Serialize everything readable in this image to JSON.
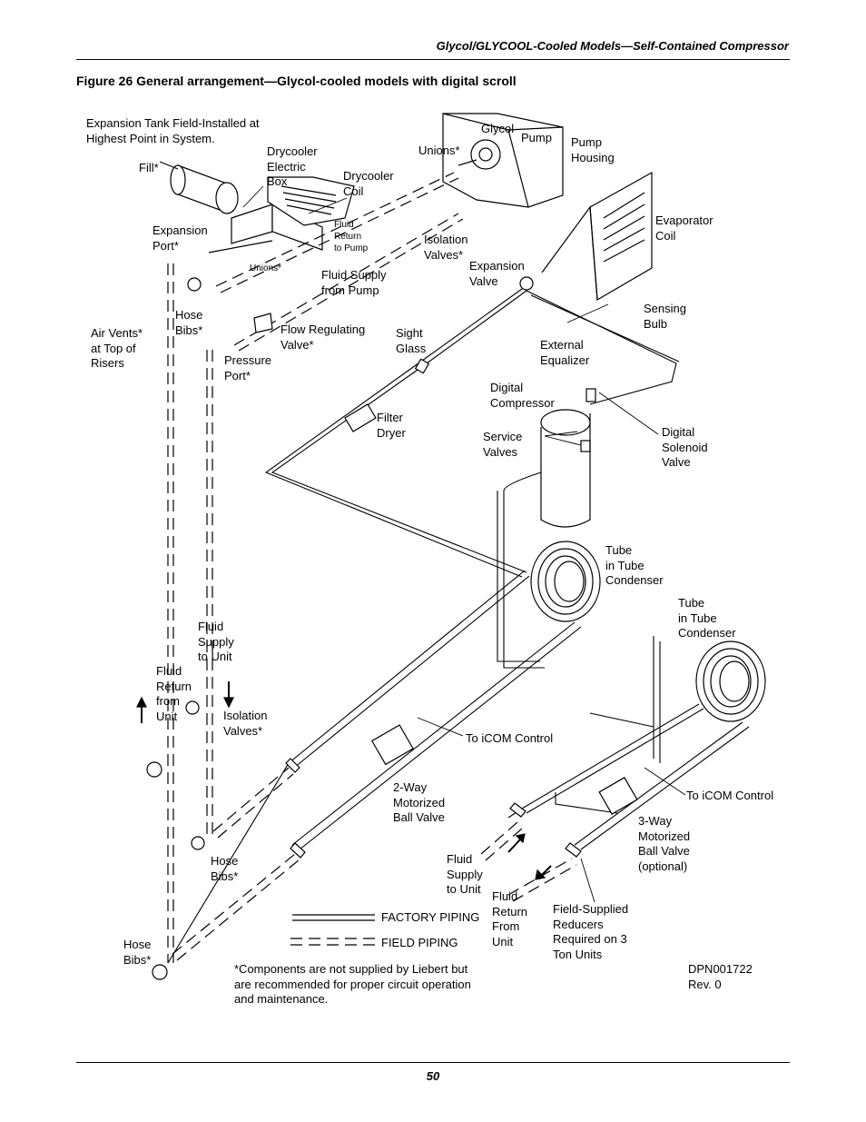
{
  "header": {
    "title": "Glycol/GLYCOOL-Cooled Models—Self-Contained Compressor",
    "figure_caption": "Figure 26  General arrangement—Glycol-cooled models with digital scroll"
  },
  "labels": {
    "expansion_tank": "Expansion Tank Field-Installed at\nHighest Point in System.",
    "fill": "Fill*",
    "drycooler_electric_box": "Drycooler\nElectric\nBox",
    "drycooler_coil": "Drycooler\nCoil",
    "glycol": "Glycol",
    "pump": "Pump",
    "pump_housing": "Pump\nHousing",
    "unions_top": "Unions*",
    "expansion_port": "Expansion\nPort*",
    "fluid_return_to_pump": "Fluid\nReturn\nto Pump",
    "unions_small": "Unions*",
    "isolation_valves_top": "Isolation\nValves*",
    "fluid_supply_from_pump": "Fluid Supply\nfrom Pump",
    "expansion_valve": "Expansion\nValve",
    "evaporator_coil": "Evaporator\nCoil",
    "sensing_bulb": "Sensing\nBulb",
    "hose_bibs_top": "Hose\nBibs*",
    "air_vents": "Air Vents*\nat Top of\nRisers",
    "flow_regulating_valve": "Flow Regulating\nValve*",
    "pressure_port": "Pressure\nPort*",
    "sight_glass": "Sight\nGlass",
    "external_equalizer": "External\nEqualizer",
    "digital_compressor": "Digital\nCompressor",
    "filter_dryer": "Filter\nDryer",
    "service_valves": "Service\nValves",
    "digital_solenoid_valve": "Digital\nSolenoid\nValve",
    "tube_in_tube_1": "Tube\nin Tube\nCondenser",
    "tube_in_tube_2": "Tube\nin Tube\nCondenser",
    "fluid_supply_to_unit_left": "Fluid\nSupply\nto Unit",
    "fluid_return_from_unit_left": "Fluid\nReturn\nfrom\nUnit",
    "isolation_valves_left": "Isolation\nValves*",
    "to_icom_1": "To iCOM Control",
    "two_way_valve": "2-Way\nMotorized\nBall Valve",
    "to_icom_2": "To iCOM Control",
    "three_way_valve": "3-Way\nMotorized\nBall Valve\n(optional)",
    "hose_bibs_mid": "Hose\nBibs*",
    "fluid_supply_to_unit_right": "Fluid\nSupply\nto Unit",
    "fluid_return_from_unit_right": "Fluid\nReturn\nFrom\nUnit",
    "field_supplied_reducers": "Field-Supplied\nReducers\nRequired on 3\nTon Units",
    "hose_bibs_bottom": "Hose\nBibs*"
  },
  "legend": {
    "factory_piping": "FACTORY PIPING",
    "field_piping": "FIELD PIPING"
  },
  "footnote": "*Components are not supplied by Liebert but\nare recommended for proper circuit operation\nand maintenance.",
  "drawing_id": "DPN001722\nRev. 0",
  "page_number": "50"
}
